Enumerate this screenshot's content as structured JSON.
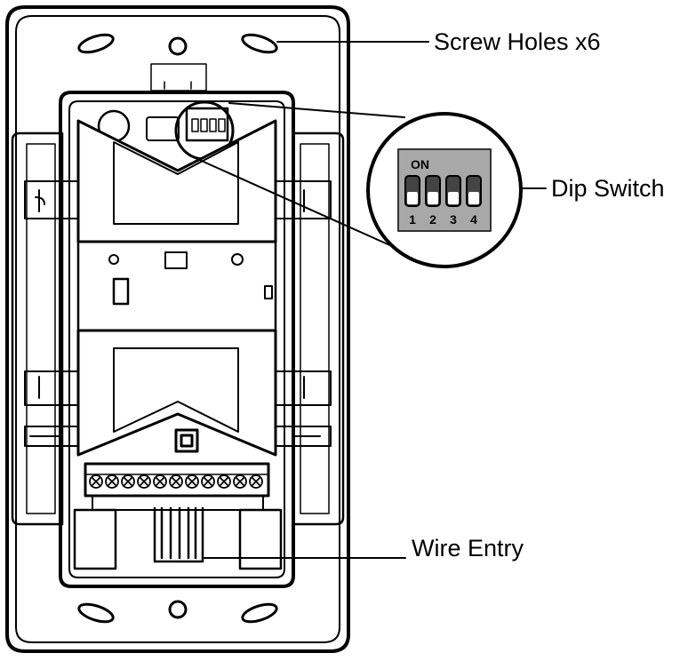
{
  "labels": {
    "screw_holes": "Screw Holes x6",
    "dip_switch": "Dip Switch",
    "wire_entry": "Wire Entry"
  },
  "dip_switch": {
    "on_label": "ON",
    "positions": [
      "1",
      "2",
      "3",
      "4"
    ]
  },
  "colors": {
    "line": "#000000",
    "switch_body": "#a8a8a8",
    "switch_slot": "#444444",
    "switch_knob": "#ffffff"
  }
}
